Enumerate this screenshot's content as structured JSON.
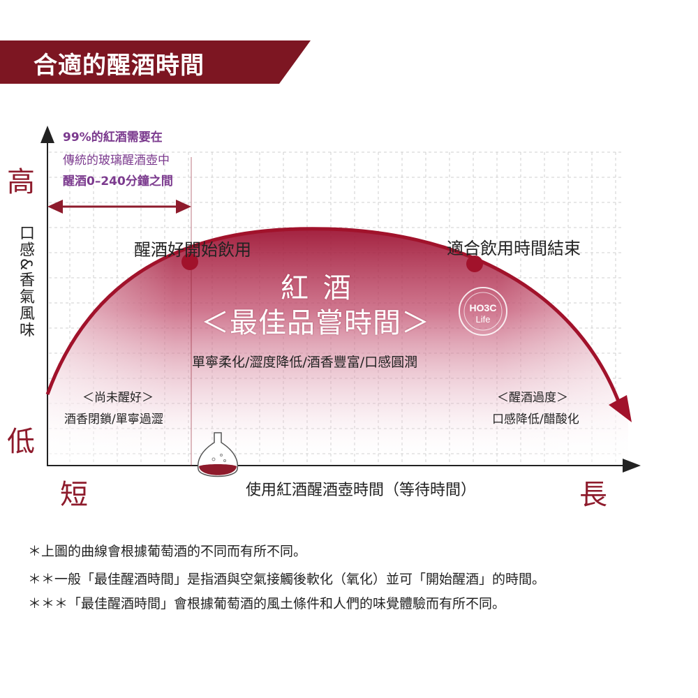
{
  "title": "合適的醒酒時間",
  "colors": {
    "brand": "#8e1b2c",
    "banner": "#7d1622",
    "accent_purple": "#7b3a8e"
  },
  "note": {
    "line1": "99%的紅酒需要在",
    "line2": "傳統的玻璃醒酒壺中",
    "line3": "醒酒0–240分鐘之間"
  },
  "y_axis": {
    "high": "高",
    "low": "低",
    "label": "口感&香氣風味"
  },
  "x_axis": {
    "short": "短",
    "long": "長",
    "label": "使用紅酒醒酒壺時間（等待時間）"
  },
  "points": {
    "start": "醒酒好開始飲用",
    "end": "適合飲用時間結束"
  },
  "center": {
    "line1": "紅 酒",
    "line2": "＜最佳品嘗時間＞",
    "desc": "單寧柔化/澀度降低/酒香豐富/口感圓潤"
  },
  "left_zone": {
    "title": "＜尚未醒好＞",
    "desc": "酒香閉鎖/單寧過澀"
  },
  "right_zone": {
    "title": "＜醒酒過度＞",
    "desc": "口感降低/醋酸化"
  },
  "logo": {
    "line1": "HO3C",
    "line2": "Life"
  },
  "footnotes": [
    "＊上圖的曲線會根據葡萄酒的不同而有所不同。",
    "＊＊一般「最佳醒酒時間」是指酒與空氣接觸後軟化（氧化）並可「開始醒酒」的時間。",
    "＊＊＊「最佳醒酒時間」會根據葡萄酒的風土條件和人們的味覺體驗而有所不同。"
  ],
  "icons": {
    "decanter": "decanter-icon",
    "arrow": "double-arrow-icon"
  }
}
